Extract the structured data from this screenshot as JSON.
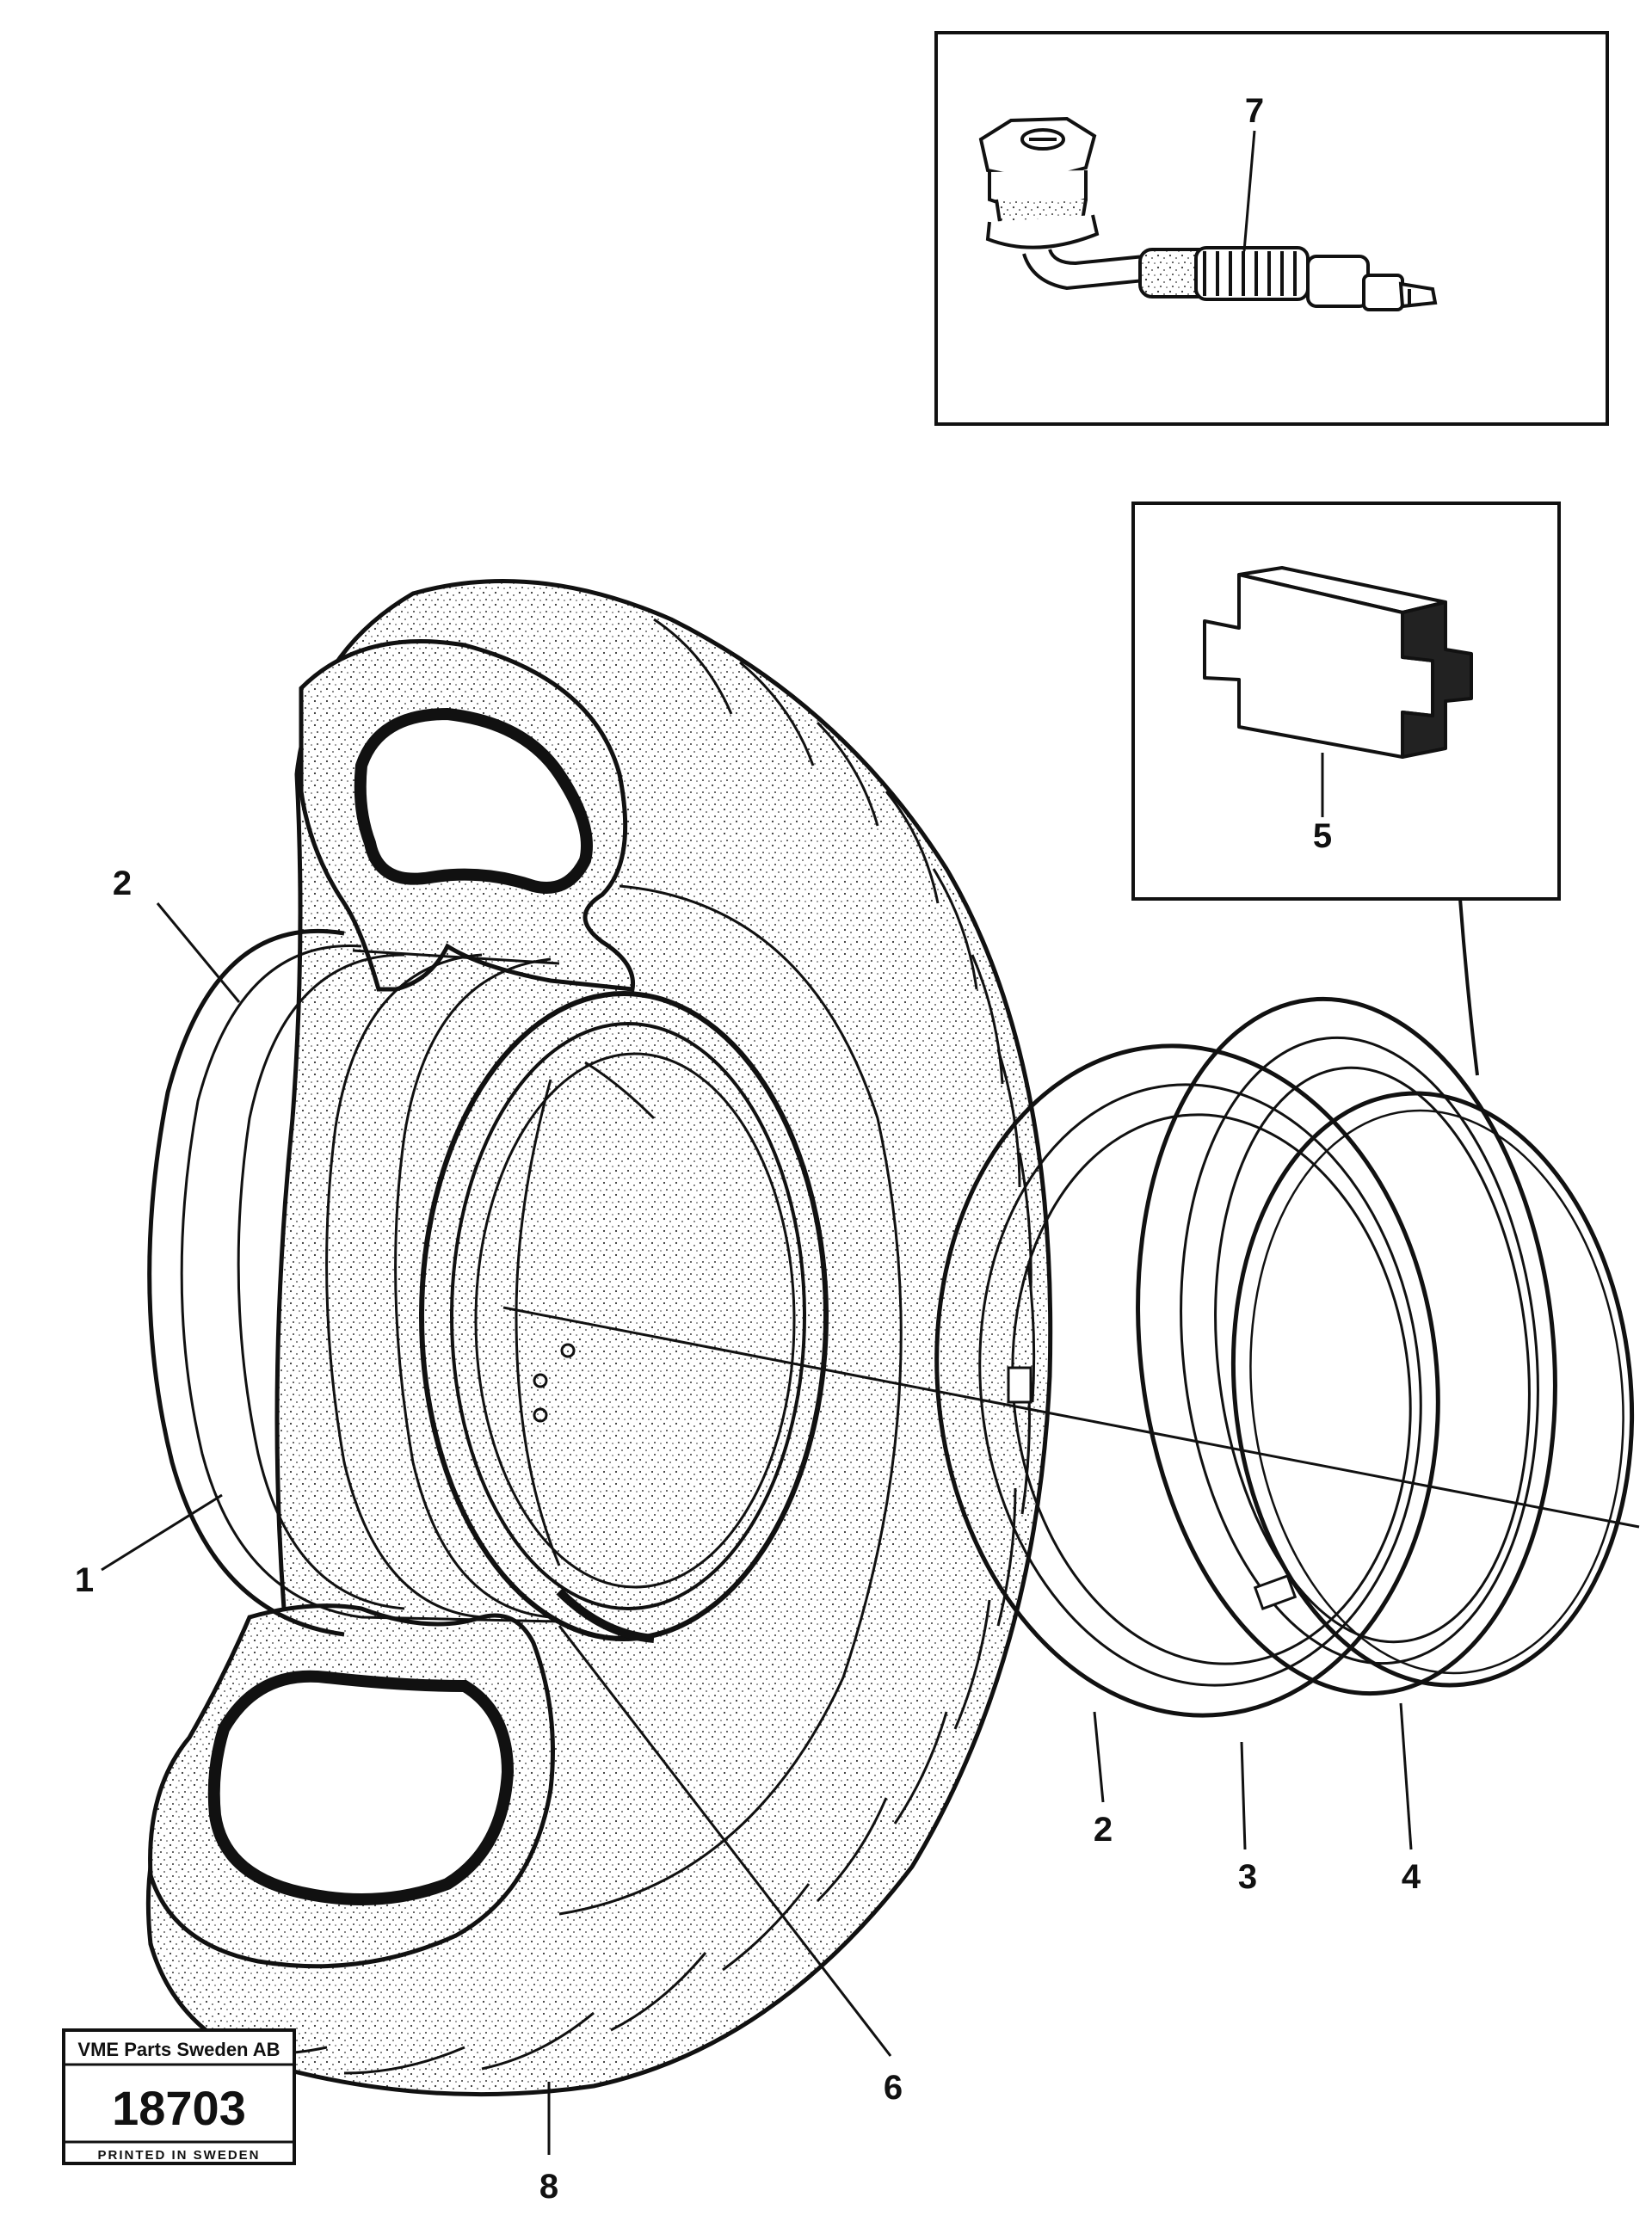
{
  "callouts": {
    "c1": "1",
    "c2_left": "2",
    "c2_bottom": "2",
    "c3": "3",
    "c4": "4",
    "c5": "5",
    "c6": "6",
    "c7": "7",
    "c8": "8"
  },
  "stamp": {
    "company": "VME Parts Sweden AB",
    "number": "18703",
    "printed": "PRINTED IN SWEDEN"
  },
  "colors": {
    "ink": "#111111",
    "paper": "#ffffff"
  }
}
